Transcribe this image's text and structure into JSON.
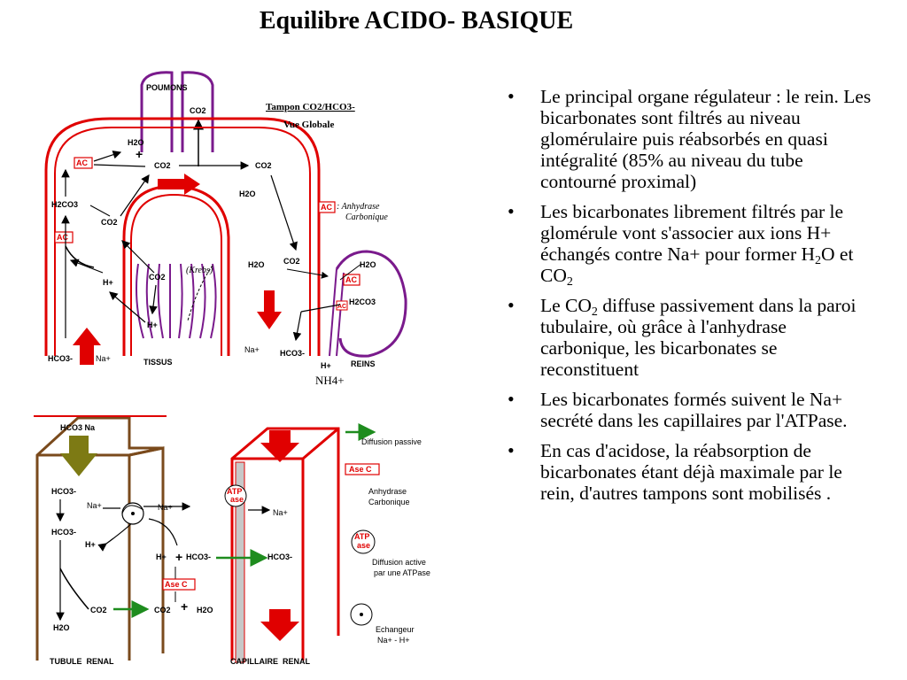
{
  "title": "Equilibre ACIDO- BASIQUE",
  "top_diagram": {
    "poumons": "POUMONS",
    "co2": "CO2",
    "tampon": "Tampon CO2/HCO3-",
    "vue_globale": "Vue Globale",
    "h2o": "H2O",
    "plus": "+",
    "ac": "AC",
    "h2co3": "H2CO3",
    "ac_legend_1": ": Anhydrase",
    "ac_legend_2": "Carbonique",
    "krebs": "(Krebs)",
    "h_plus": "H+",
    "na_plus": "Na+",
    "hco3": "HCO3-",
    "tissus": "TISSUS",
    "reins": "REINS",
    "nh4": "NH4+"
  },
  "bottom_diagram": {
    "hco3_na": "HCO3 Na",
    "hco3": "HCO3-",
    "na_plus": "Na+",
    "h_plus": "H+",
    "plus": "+",
    "co2": "CO2",
    "h2o": "H2O",
    "ase_c": "Ase C",
    "atp": "ATP",
    "ase": "ase",
    "diffusion_passive": "Diffusion passive",
    "anhydrase": "Anhydrase",
    "carbonique": "Carbonique",
    "diffusion_active_1": "Diffusion active",
    "diffusion_active_2": "par une ATPase",
    "echangeur_1": "Echangeur",
    "echangeur_2": "Na+ - H+",
    "tubule": "TUBULE  RENAL",
    "capillaire": "CAPILLAIRE  RENAL"
  },
  "bullets": {
    "b1": "Le principal organe régulateur : le rein. Les bicarbonates sont filtrés au niveau glomérulaire puis réabsorbés en quasi intégralité (85% au niveau du tube contourné proximal)",
    "b2_a": "Les bicarbonates librement filtrés par le glomérule vont s'associer aux ions H+ échangés contre Na+ pour former H",
    "b2_sub1": "2",
    "b2_b": "O et CO",
    "b2_sub2": "2",
    "b3_a": "Le CO",
    "b3_sub": "2",
    "b3_b": " diffuse passivement dans la paroi tubulaire, où grâce à l'anhydrase carbonique, les bicarbonates se reconstituent",
    "b4": "Les bicarbonates formés suivent le Na+ secrété dans les capillaires par l'ATPase.",
    "b5": "En cas d'acidose, la réabsorption de bicarbonates étant déjà maximale par le rein, d'autres tampons sont mobilisés ."
  },
  "colors": {
    "red": "#e00000",
    "purple": "#7a1a8c",
    "olive": "#7d7a14",
    "brown": "#7a4a1c",
    "green": "#1e8c1e"
  }
}
